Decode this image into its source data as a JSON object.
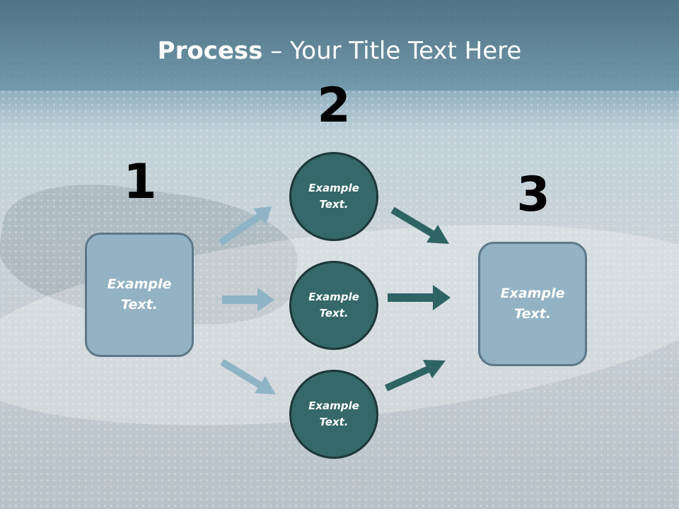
{
  "title": {
    "bold": "Process",
    "separator": " – ",
    "rest": "Your Title Text Here"
  },
  "steps": {
    "one": "1",
    "two": "2",
    "three": "3"
  },
  "left_box": {
    "line1": "Example",
    "line2": "Text."
  },
  "right_box": {
    "line1": "Example",
    "line2": "Text."
  },
  "circles": [
    {
      "line1": "Example",
      "line2": "Text."
    },
    {
      "line1": "Example",
      "line2": "Text."
    },
    {
      "line1": "Example",
      "line2": "Text."
    }
  ],
  "colors": {
    "box_fill": "#93b2c4",
    "circle_fill": "#356868",
    "light_arrow": "#8fb4c6",
    "dark_arrow": "#2e6464"
  }
}
